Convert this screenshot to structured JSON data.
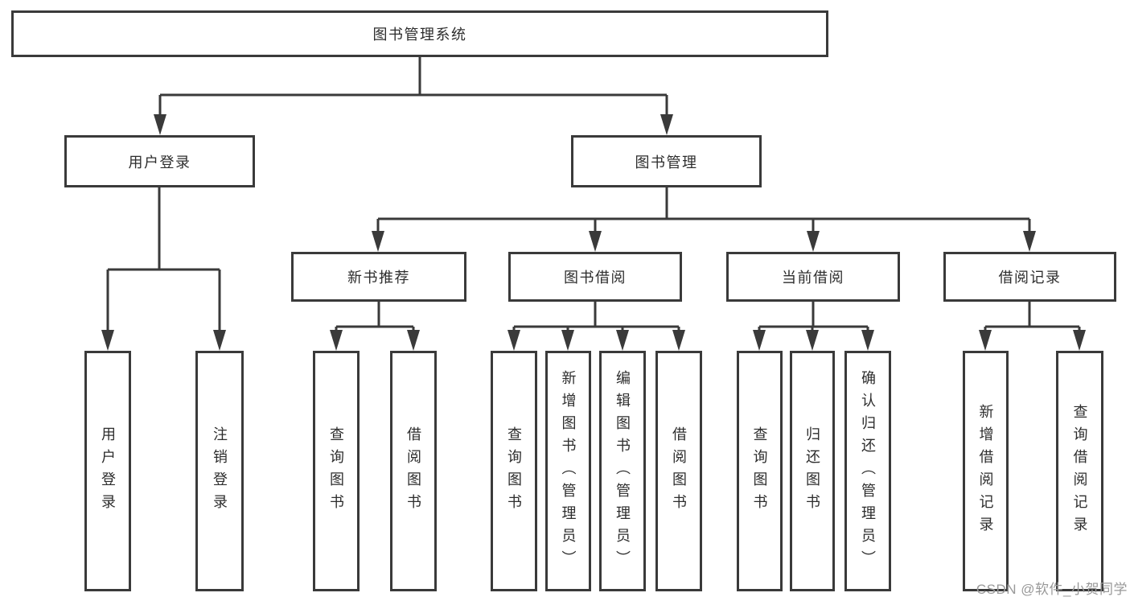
{
  "nodes": {
    "root": {
      "label": "图书管理系统"
    },
    "user_login": {
      "label": "用户登录"
    },
    "book_mgmt": {
      "label": "图书管理"
    },
    "new_book_rec": {
      "label": "新书推荐"
    },
    "book_borrow": {
      "label": "图书借阅"
    },
    "current_borrow": {
      "label": "当前借阅"
    },
    "borrow_record": {
      "label": "借阅记录"
    },
    "leaf_user_login": {
      "label": "用户登录"
    },
    "leaf_logout": {
      "label": "注销登录"
    },
    "leaf_query_book_1": {
      "label": "查询图书"
    },
    "leaf_borrow_book_1": {
      "label": "借阅图书"
    },
    "leaf_query_book_2": {
      "label": "查询图书"
    },
    "leaf_add_book": {
      "label": "新增图书（管理员）"
    },
    "leaf_edit_book": {
      "label": "编辑图书（管理员）"
    },
    "leaf_borrow_book_2": {
      "label": "借阅图书"
    },
    "leaf_query_book_3": {
      "label": "查询图书"
    },
    "leaf_return_book": {
      "label": "归还图书"
    },
    "leaf_confirm_return": {
      "label": "确认归还（管理员）"
    },
    "leaf_add_record": {
      "label": "新增借阅记录"
    },
    "leaf_query_record": {
      "label": "查询借阅记录"
    }
  },
  "hierarchy": {
    "图书管理系统": {
      "用户登录": [
        "用户登录",
        "注销登录"
      ],
      "图书管理": {
        "新书推荐": [
          "查询图书",
          "借阅图书"
        ],
        "图书借阅": [
          "查询图书",
          "新增图书（管理员）",
          "编辑图书（管理员）",
          "借阅图书"
        ],
        "当前借阅": [
          "查询图书",
          "归还图书",
          "确认归还（管理员）"
        ],
        "借阅记录": [
          "新增借阅记录",
          "查询借阅记录"
        ]
      }
    }
  },
  "watermark": {
    "text": "CSDN @软件_小贺同学"
  },
  "colors": {
    "line": "#3a3a3a",
    "box_border": "#3a3a3a",
    "box_background": "#ffffff",
    "text": "#2d2d2d",
    "watermark": "#999999",
    "page_background": "#ffffff"
  }
}
